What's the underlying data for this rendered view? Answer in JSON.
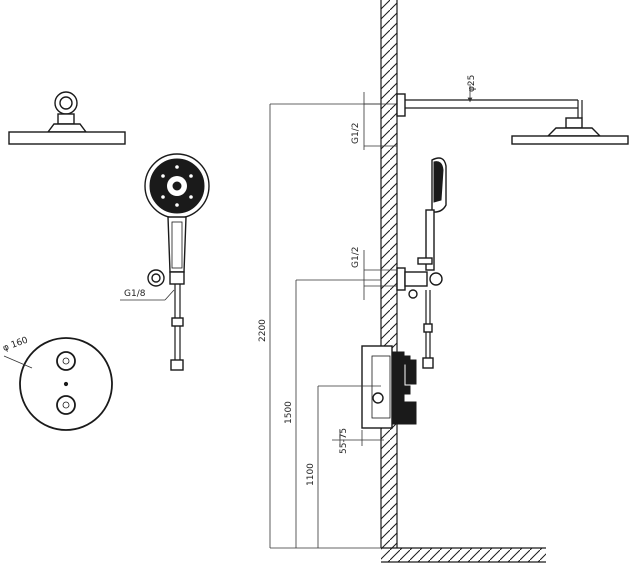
{
  "dimensions": {
    "overall_height": "2200",
    "hand_shower_height": "1500",
    "mixer_height": "1100",
    "recess_depth": "55-75",
    "arm_diameter": "φ25",
    "wall_thread_top": "G1/2",
    "wall_thread_mid": "G1/2",
    "hose_thread": "G1/8",
    "plate_diameter": "φ 160"
  }
}
